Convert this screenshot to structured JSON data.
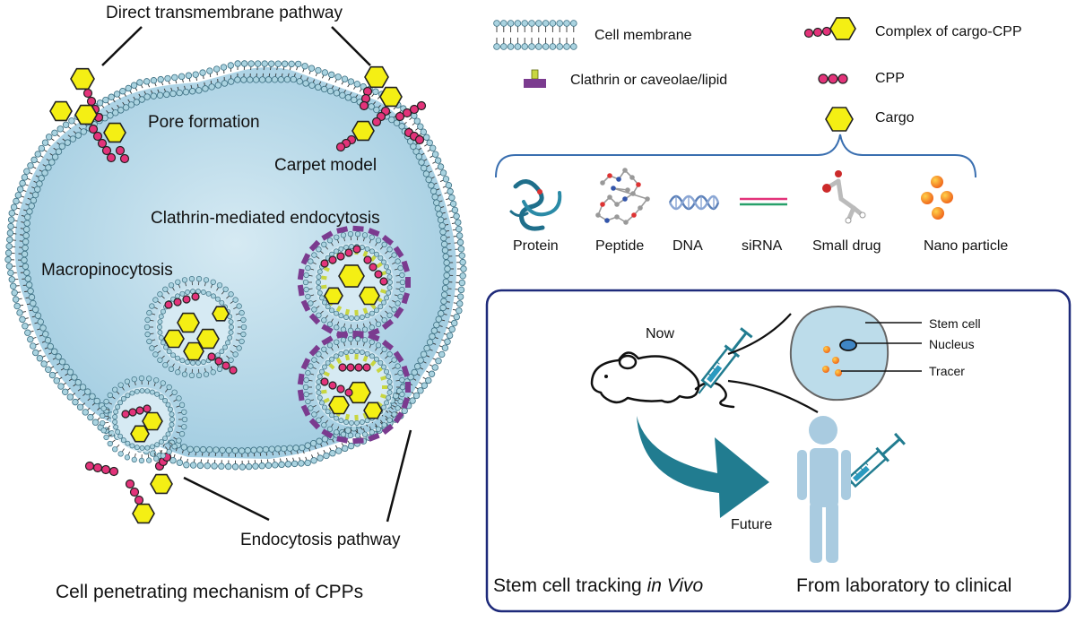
{
  "left_panel": {
    "direct_pathway": "Direct transmembrane pathway",
    "pore_formation": "Pore formation",
    "carpet_model": "Carpet model",
    "clathrin_endocytosis": "Clathrin-mediated endocytosis",
    "macropinocytosis": "Macropinocytosis",
    "endocytosis_pathway": "Endocytosis pathway",
    "caption": "Cell penetrating mechanism of CPPs"
  },
  "legend": {
    "cell_membrane": "Cell membrane",
    "clathrin": "Clathrin or caveolae/lipid",
    "complex": "Complex of cargo-CPP",
    "cpp": "CPP",
    "cargo": "Cargo"
  },
  "cargo_types": [
    {
      "label": "Protein"
    },
    {
      "label": "Peptide"
    },
    {
      "label": "DNA"
    },
    {
      "label": "siRNA"
    },
    {
      "label": "Small drug"
    },
    {
      "label": "Nano particle"
    }
  ],
  "tracking": {
    "now": "Now",
    "future": "Future",
    "stem_cell": "Stem cell",
    "nucleus": "Nucleus",
    "tracer": "Tracer",
    "caption_prefix": "Stem cell tracking ",
    "caption_italic": "in Vivo",
    "caption_right": "From laboratory to clinical"
  },
  "colors": {
    "cell_fill": "#bcdcea",
    "membrane_head": "#aad3e0",
    "cargo": "#f4ef14",
    "cpp": "#e3337a",
    "clathrin": "#7b3b8f",
    "clathrin_tip": "#c8d640",
    "arrow": "#217c90",
    "human": "#a9cbe0",
    "box_border": "#1e2a7a",
    "bracket": "#3a6fb0"
  }
}
